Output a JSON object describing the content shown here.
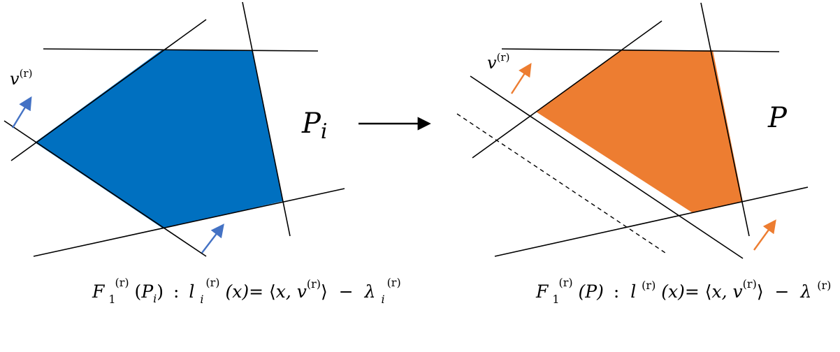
{
  "left_panel": {
    "polygon_label": "P",
    "polygon_subscript": "i",
    "vector_label": "v",
    "vector_superscript": "(r)",
    "fill_color": "#0070C0",
    "arrow_color": "#4472C4",
    "formula": {
      "F": "F",
      "F_sub": "1",
      "F_sup": "(r)",
      "arg_P": "P",
      "arg_sub": "i",
      "colon": ":",
      "l": "l",
      "l_sub": "i",
      "l_sup": "(r)",
      "x_part": "(x)=",
      "bracket_open": "⟨",
      "x_comma": "x, ",
      "v": "v",
      "v_sup": "(r)",
      "bracket_close": "⟩",
      "minus": "−",
      "lambda": "λ",
      "lambda_sub": "i",
      "lambda_sup": "(r)"
    }
  },
  "right_panel": {
    "polygon_label": "P",
    "vector_label": "v",
    "vector_superscript": "(r)",
    "fill_color": "#ED7D31",
    "arrow_color": "#ED7D31",
    "formula": {
      "F": "F",
      "F_sub": "1",
      "F_sup": "(r)",
      "arg": "(P)",
      "colon": ":",
      "l": "l",
      "l_sup": "(r)",
      "x_part": "(x)=",
      "bracket_open": "⟨",
      "x_comma": "x, ",
      "v": "v",
      "v_sup": "(r)",
      "bracket_close": "⟩",
      "minus": "−",
      "lambda": "λ",
      "lambda_sup": "(r)"
    }
  },
  "transition_arrow": {
    "icon": "right-arrow-icon",
    "color": "#000000"
  }
}
